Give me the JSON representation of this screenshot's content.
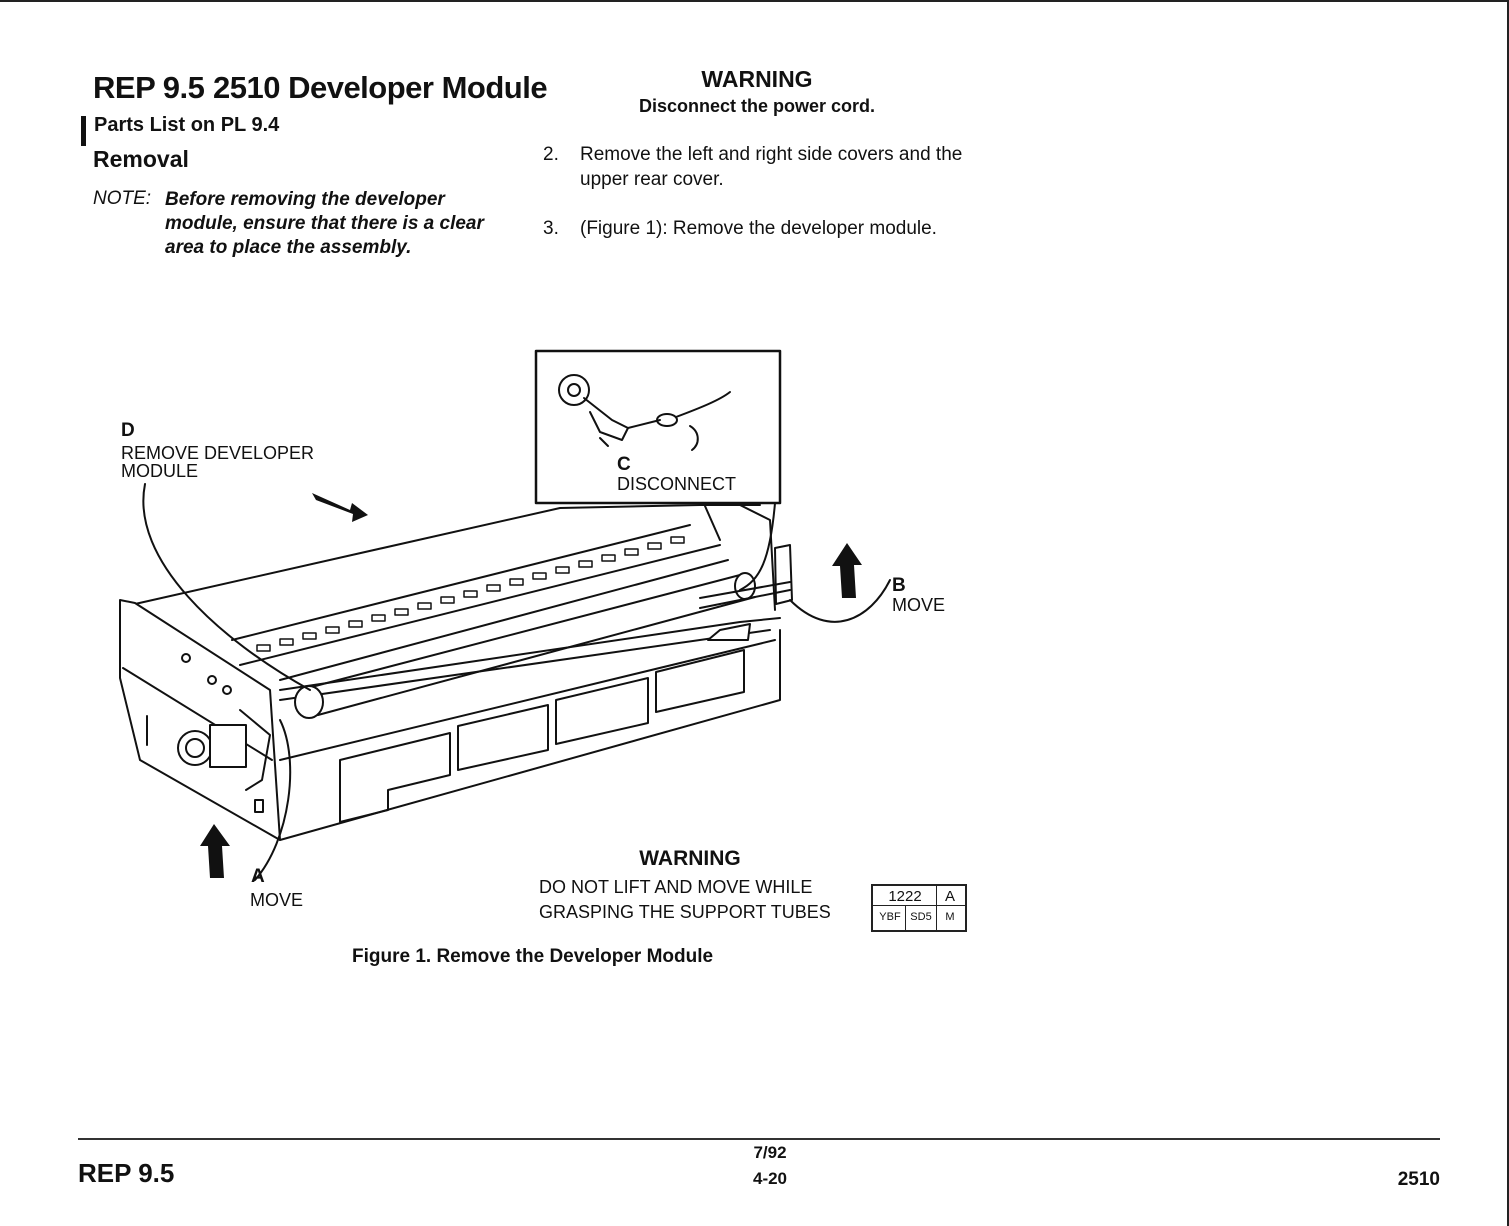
{
  "header": {
    "rep_number": "REP 9.5",
    "title": "2510 Developer Module",
    "parts_list": "Parts List on PL 9.4",
    "section": "Removal"
  },
  "note": {
    "label": "NOTE:",
    "text": "Before removing the developer module, ensure that there is a clear area to place the assembly."
  },
  "warning_top": {
    "title": "WARNING",
    "text": "Disconnect the power cord."
  },
  "steps": [
    {
      "num": "2.",
      "text": "Remove the left and right side covers and the upper rear cover."
    },
    {
      "num": "3.",
      "text": "(Figure 1): Remove the developer module."
    }
  ],
  "figure": {
    "label_d": "D",
    "label_d_text_1": "REMOVE DEVELOPER",
    "label_d_text_2": "MODULE",
    "label_c": "C",
    "label_c_text": "DISCONNECT",
    "label_b": "B",
    "label_b_text": "MOVE",
    "label_a": "A",
    "label_a_text": "MOVE",
    "warning_title": "WARNING",
    "warning_line_1": "DO NOT LIFT AND MOVE WHILE",
    "warning_line_2": "GRASPING THE SUPPORT TUBES",
    "stamp": {
      "number": "1222",
      "rev": "A",
      "c1": "YBF",
      "c2": "SD5",
      "c3": "M"
    },
    "caption": "Figure 1.  Remove the Developer Module"
  },
  "footer": {
    "left": "REP 9.5",
    "date": "7/92",
    "page": "4-20",
    "right": "2510"
  }
}
